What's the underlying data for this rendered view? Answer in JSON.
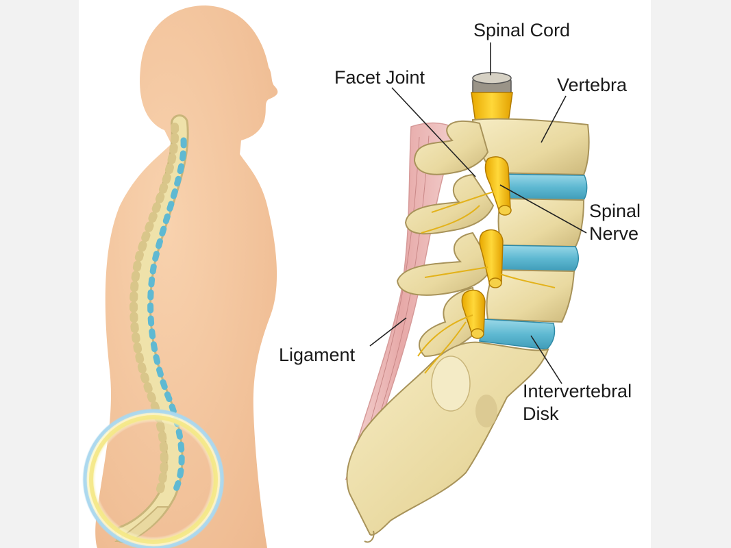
{
  "labels": {
    "spinal_cord": "Spinal Cord",
    "facet_joint": "Facet Joint",
    "vertebra": "Vertebra",
    "spinal_nerve": [
      "Spinal",
      "Nerve"
    ],
    "ligament": "Ligament",
    "intervertebral_disk": [
      "Intervertebral",
      "Disk"
    ]
  },
  "colors": {
    "skin": "#f3c7a0",
    "bone": "#eee0a8",
    "bone_shadow": "#c9b57a",
    "disk": "#6cc3d9",
    "nerve": "#f2c416",
    "ligament": "#e8b3b3",
    "highlight_ring_outer": "#a9d7ee",
    "highlight_ring_inner": "#f4e88a"
  },
  "icons": {
    "highlight": "highlight-ring-icon"
  }
}
